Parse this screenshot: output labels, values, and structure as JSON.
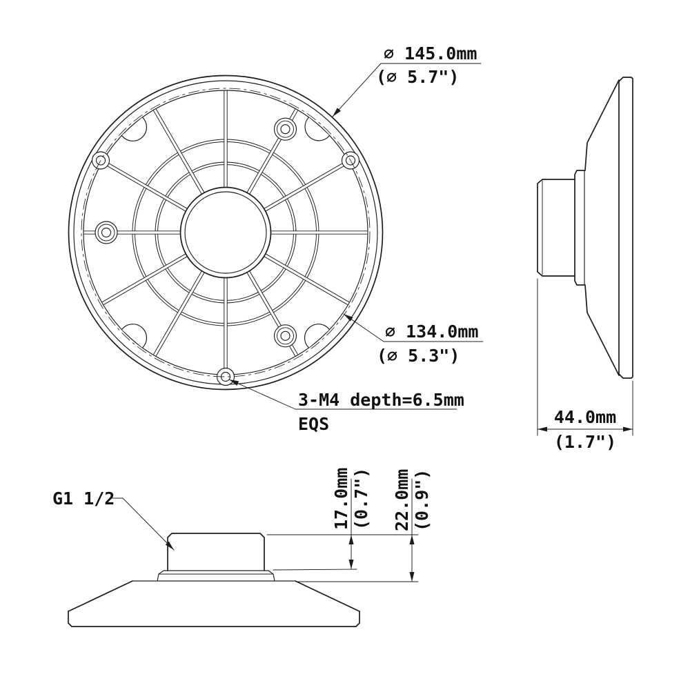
{
  "drawing": {
    "background_color": "#ffffff",
    "line_color": "#1c1c1c",
    "views": {
      "front": {
        "outer_diameter": {
          "metric": "∅ 145.0mm",
          "imperial": "(∅ 5.7\")"
        },
        "inner_diameter": {
          "metric": "∅ 134.0mm",
          "imperial": "(∅ 5.3\")"
        },
        "mount_holes": {
          "spec": "3-M4 depth=6.5mm",
          "spacing": "EQS"
        }
      },
      "side": {
        "depth": {
          "metric": "44.0mm",
          "imperial": "(1.7\")"
        }
      },
      "bottom": {
        "thread": "G1 1/2",
        "boss_height": {
          "metric": "17.0mm",
          "imperial": "(0.7\")"
        },
        "total_height": {
          "metric": "22.0mm",
          "imperial": "(0.9\")"
        }
      }
    }
  }
}
